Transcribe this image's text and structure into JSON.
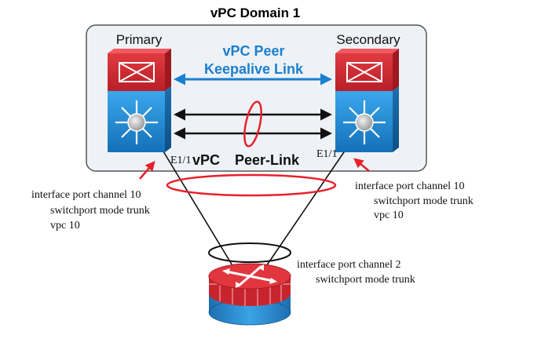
{
  "domain_title": "vPC Domain 1",
  "primary": {
    "label": "Primary",
    "port_label": "E1/1"
  },
  "secondary": {
    "label": "Secondary",
    "port_label": "E1/1"
  },
  "keepalive": {
    "line1": "vPC Peer",
    "line2": "Keepalive Link"
  },
  "peer_link": {
    "prefix": "vPC",
    "label": "Peer-Link"
  },
  "config_primary": [
    "interface port channel 10",
    "switchport mode trunk",
    "vpc 10"
  ],
  "config_secondary": [
    "interface port channel 10",
    "switchport mode trunk",
    "vpc 10"
  ],
  "config_downstream": [
    "interface port channel 2",
    "switchport mode trunk"
  ],
  "colors": {
    "domain_bg": "#eef2f6",
    "domain_border": "#555555",
    "switch_red": "#d42b35",
    "switch_blue": "#1e90d8",
    "keepalive_blue": "#1a7fd0",
    "ellipse_red": "#e8202a",
    "pointer_red": "#e8202a"
  },
  "icons": {
    "primary_switch": "nexus-switch-icon",
    "secondary_switch": "nexus-switch-icon",
    "downstream_device": "router-icon"
  }
}
